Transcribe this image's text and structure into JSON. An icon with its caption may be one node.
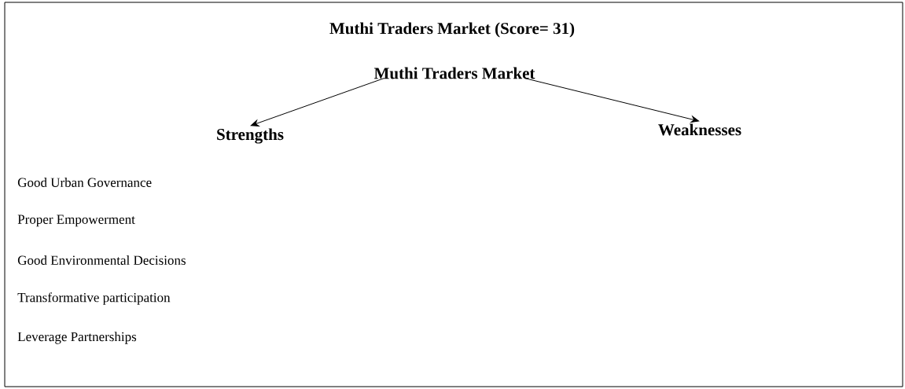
{
  "diagram": {
    "title": "Muthi Traders Market (Score= 31)",
    "nodes": [
      {
        "text": [
          "Muthi Traders Market"
        ]
      },
      {
        "text": [
          "Strengths"
        ]
      },
      {
        "text": [
          "Weaknesses"
        ]
      }
    ],
    "edges": [
      {
        "from": 0,
        "to": 1,
        "arrow": "to"
      },
      {
        "from": 0,
        "to": 2,
        "arrow": "to"
      }
    ],
    "labels": [
      "Good Urban Governance",
      "Proper Empowerment",
      "Good Environmental Decisions",
      "Transformative participation",
      "Leverage Partnerships"
    ]
  }
}
